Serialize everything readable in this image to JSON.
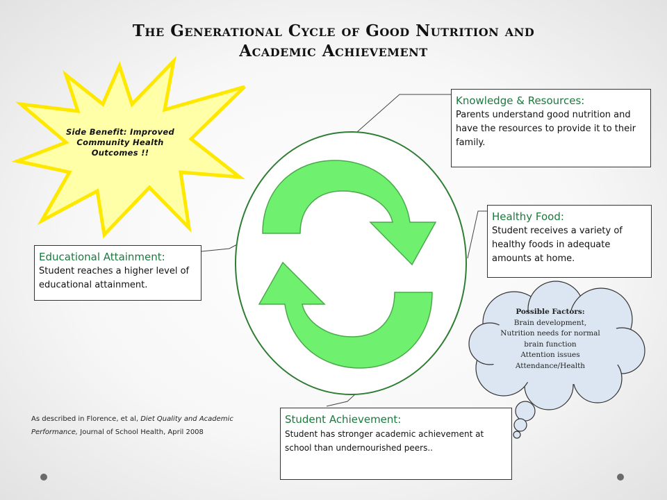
{
  "title": {
    "line1": "The Generational Cycle of Good Nutrition and",
    "line2": "Academic Achievement"
  },
  "starburst": {
    "text": "Side Benefit: Improved Community Health Outcomes !!"
  },
  "boxes": {
    "knowledge": {
      "heading": "Knowledge & Resources:",
      "body": "Parents understand good nutrition and have the resources to provide it to their family."
    },
    "healthy_food": {
      "heading": "Healthy Food:",
      "body": "Student receives a variety of healthy foods in adequate amounts at home."
    },
    "educational": {
      "heading": "Educational  Attainment:",
      "body": "Student reaches a higher level of educational attainment."
    },
    "student": {
      "heading": "Student Achievement:",
      "body": "Student has stronger academic achievement at school than undernourished peers.."
    }
  },
  "cloud": {
    "title": "Possible Factors:",
    "lines": [
      "Brain development,",
      "Nutrition needs for normal",
      "brain function",
      "Attention issues",
      "Attendance/Health"
    ]
  },
  "citation": {
    "prefix": "As described in  Florence, et al, ",
    "title": "Diet Quality and Academic Performance,",
    "suffix": " Journal of School Health,  April 2008"
  },
  "colors": {
    "arrow_green": "#6ff06f",
    "arrow_outline": "#4aa94a",
    "ellipse_stroke": "#2e7d32",
    "starburst_fill": "#ffffa8",
    "starburst_stroke": "#ffe800",
    "cloud_fill": "#dbe6f2",
    "heading_green": "#1a7a3c"
  },
  "icons": {
    "slide_dots": "bullet-dot"
  }
}
